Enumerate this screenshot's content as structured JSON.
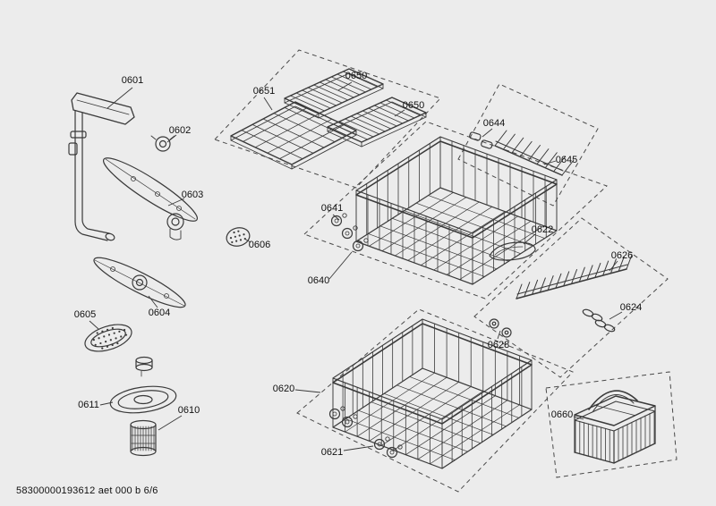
{
  "colors": {
    "background": "#ececec",
    "line": "#3a3a3a"
  },
  "footer": {
    "text": "58300000193612 aet 000 b 6/6"
  },
  "labels": {
    "p0601": "0601",
    "p0602": "0602",
    "p0603": "0603",
    "p0604": "0604",
    "p0605": "0605",
    "p0606": "0606",
    "p0610": "0610",
    "p0611": "0611",
    "p0620": "0620",
    "p0621": "0621",
    "p0622": "0622",
    "p0624": "0624",
    "p0626": "0626",
    "p0628": "0628",
    "p0640": "0640",
    "p0641": "0641",
    "p0644": "0644",
    "p0645": "0645",
    "p0650a": "0650",
    "p0650b": "0650",
    "p0651": "0651",
    "p0660": "0660"
  }
}
